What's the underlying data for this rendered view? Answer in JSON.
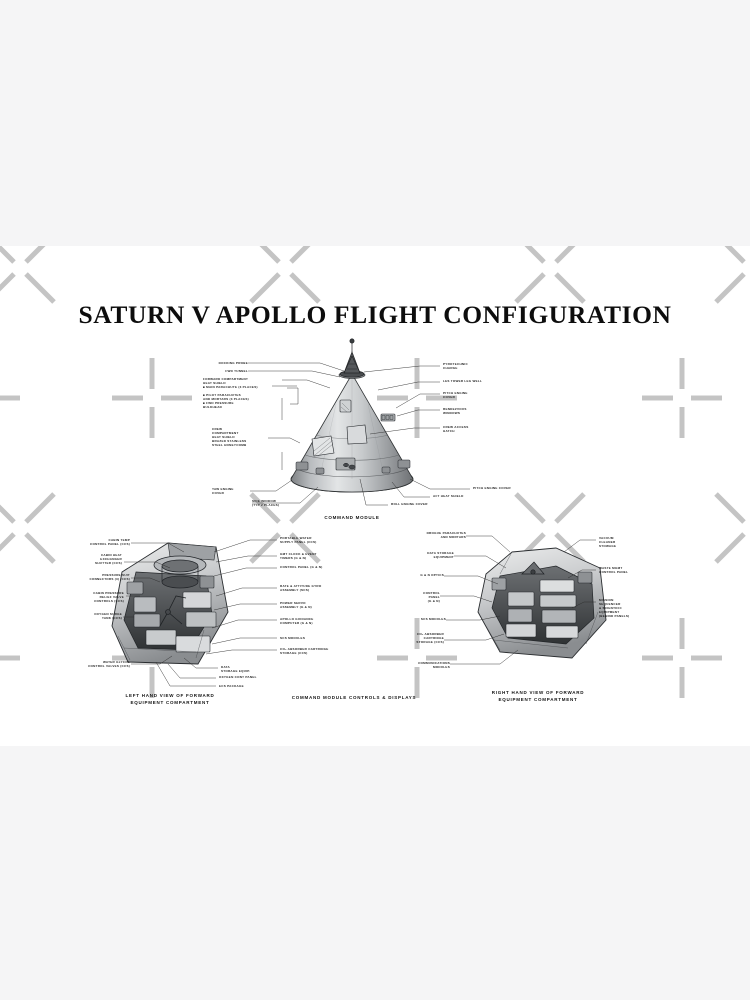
{
  "page": {
    "background": "#f5f5f6",
    "board_background": "#ffffff",
    "watermark_color": "#c4c4c4"
  },
  "title": "SATURN V APOLLO  FLIGHT  CONFIGURATION",
  "diagrams": [
    {
      "id": "command-module",
      "caption": "COMMAND MODULE",
      "labels_left": [
        "DOCKING PROBE",
        "FWD TUNNEL",
        "FORWARD COMPARTMENT\nHEAT SHIELD\n■ MAIN PARACHUTE  (3 PLACES)\n\n■ PILOT PARACHUTES\n   AND MORTARS (3 PLACES)\n■ FWD PRESSURE\n   BULKHEAD",
        "CREW\nCOMPARTMENT\nHEAT SHIELD\nBRAZED STAINLESS\nSTEEL HONEYCOMB",
        "YAW ENGINE\nCOVER",
        "SIDE WINDOW\n(TYP 2 PLACES)"
      ],
      "labels_right": [
        "PYROTECHNIC\nCHARGE",
        "LES TOWER LEG WELL",
        "PITCH ENGINE\nCOVER",
        "RENDEZVOUS\nWINDOWS",
        "CREW ACCESS\nHATCH",
        "PITCH ENGINE COVER",
        "AFT HEAT SHIELD",
        "ROLL ENGINE COVER"
      ]
    },
    {
      "id": "left-hand-view",
      "caption": "LEFT HAND VIEW OF FORWARD\nEQUIPMENT COMPARTMENT",
      "center_caption": "COMMAND MODULE CONTROLS & DISPLAYS",
      "labels_left": [
        "CABIN TEMP\nCONTROL  PANEL (CCS)",
        "CABIN HEAT\nEXCHANGER\nSHUTTER (CCS)",
        "PRESSURE SUIT\nCONNECTORS (3) (CCS)",
        "CABIN PRESSURE\nRELIEF VALVE\nCONTROLS (CCS)",
        "OXYGEN SURGE\nTANK  (CCS)",
        "WATER  GLYCOL\nCONTROL VALVES (CCS)"
      ],
      "labels_right": [
        "PORTABLE WATER\nSUPPLY PANEL (CCS)",
        "GMT CLOCK & EVENT\nTIMERS (G & N)",
        "CONTROL PANEL (G & N)",
        "RATE & ATTITUDE GYRO\nASSEMBLY (SCS)",
        "POWER SERVO\nASSEMBLY (G & N)",
        "APOLLO GUIDANCE\nCOMPUTER (G & N)",
        "SCS MODULES",
        "CO₂ ABSORBER CARTRIDGE\nSTORAGE (CCS)"
      ],
      "labels_bottom": [
        "DATA\nSTORAGE EQUIP.",
        "OXYGEN CONT PANEL",
        "ECS PACKAGE"
      ]
    },
    {
      "id": "right-hand-view",
      "caption": "RIGHT HAND VIEW OF FORWARD\nEQUIPMENT COMPARTMENT",
      "labels_left": [
        "DROGUE PARACHUTES\nAND MORTARS",
        "DATA STORAGE\nEQUIPMENT",
        "G & N OPTICS",
        "CONTROL\nPANEL\n(G & N)",
        "SCS MODULES",
        "CO₂ ABSORBER\nCARTRIDGE\nSTORAGE (CCS)",
        "COMMUNICATIONS\nMODULES"
      ],
      "labels_right": [
        "VACUUM\nCLEANER\nSTOWAGE",
        "WASTE MGMT\nCONTROL PANEL",
        "MISSION\nSEQUENCER\n& SCIENTIFIC\nEQUIPMENT\n(BEHIND PANELS)"
      ]
    }
  ]
}
